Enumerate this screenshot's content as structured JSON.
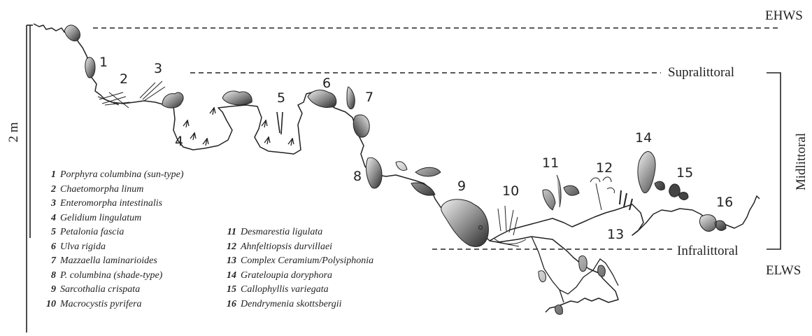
{
  "levels": {
    "ehws": "EHWS",
    "supralittoral": "Supralittoral",
    "midlittoral": "Midlittoral",
    "infralittoral": "Infralittoral",
    "elws": "ELWS"
  },
  "scale_label": "2 m",
  "species": [
    {
      "num": "1",
      "name": "Porphyra columbina (sun-type)"
    },
    {
      "num": "2",
      "name": "Chaetomorpha linum"
    },
    {
      "num": "3",
      "name": "Enteromorpha intestinalis"
    },
    {
      "num": "4",
      "name": "Gelidium lingulatum"
    },
    {
      "num": "5",
      "name": "Petalonia fascia"
    },
    {
      "num": "6",
      "name": "Ulva rigida"
    },
    {
      "num": "7",
      "name": "Mazzaella laminarioides"
    },
    {
      "num": "8",
      "name": "P. columbina (shade-type)"
    },
    {
      "num": "9",
      "name": "Sarcothalia crispata"
    },
    {
      "num": "10",
      "name": "Macrocystis pyrifera"
    },
    {
      "num": "11",
      "name": "Desmarestia ligulata"
    },
    {
      "num": "12",
      "name": "Ahnfeltiopsis durvillaei"
    },
    {
      "num": "13",
      "name": "Complex Ceramium/Polysiphonia"
    },
    {
      "num": "14",
      "name": "Grateloupia doryphora"
    },
    {
      "num": "15",
      "name": "Callophyllis variegata"
    },
    {
      "num": "16",
      "name": "Dendrymenia skottsbergii"
    }
  ],
  "colors": {
    "ink": "#222222",
    "thallus_dark": "#3a3a3a",
    "thallus_light": "#d8d8d8"
  }
}
